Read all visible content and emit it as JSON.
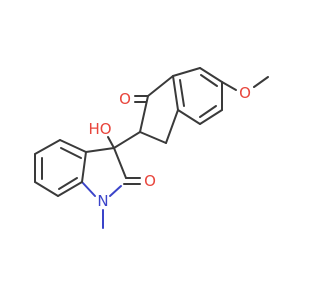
{
  "atoms": {
    "carbonyl_o_top": {
      "symbol": "O",
      "element": "oxygen"
    },
    "methoxy_o": {
      "symbol": "O",
      "element": "oxygen"
    },
    "hydroxyl": {
      "symbol": "HO",
      "element": "oxygen"
    },
    "lactam_o": {
      "symbol": "O",
      "element": "oxygen"
    },
    "ring_n": {
      "symbol": "N",
      "element": "nitrogen"
    }
  },
  "colors": {
    "bond": "#3a3a3a",
    "oxygen": "#e8453c",
    "nitrogen": "#3b44c9",
    "background": "#ffffff"
  }
}
